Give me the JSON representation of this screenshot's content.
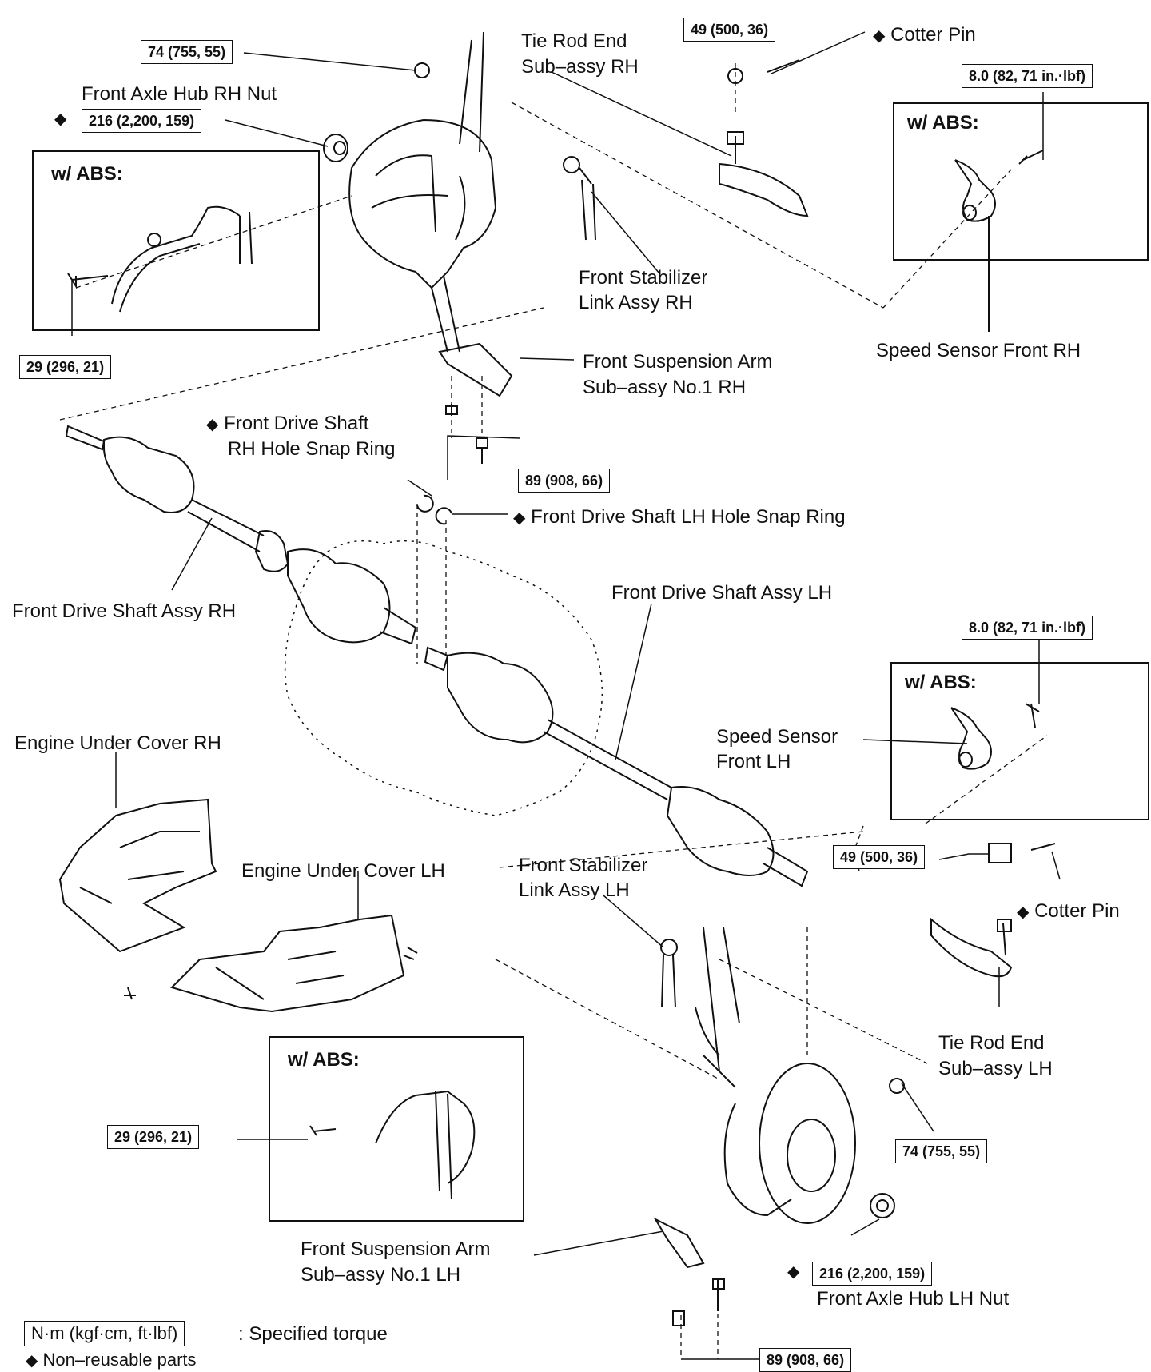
{
  "parts": {
    "front_axle_hub_rh_nut": "Front Axle Hub RH Nut",
    "tie_rod_end_rh_l1": "Tie Rod End",
    "tie_rod_end_rh_l2": "Sub–assy RH",
    "cotter_pin_rh": "Cotter Pin",
    "stabilizer_link_rh_l1": "Front Stabilizer",
    "stabilizer_link_rh_l2": "Link Assy RH",
    "speed_sensor_rh": "Speed Sensor Front RH",
    "suspension_arm_rh_l1": "Front Suspension Arm",
    "suspension_arm_rh_l2": "Sub–assy No.1 RH",
    "snap_ring_rh_l1": "Front Drive Shaft",
    "snap_ring_rh_l2": "RH Hole Snap Ring",
    "snap_ring_lh": "Front Drive Shaft LH Hole Snap Ring",
    "drive_shaft_rh": "Front Drive Shaft Assy RH",
    "drive_shaft_lh": "Front Drive Shaft Assy LH",
    "speed_sensor_lh_l1": "Speed Sensor",
    "speed_sensor_lh_l2": "Front LH",
    "engine_cover_rh": "Engine Under Cover RH",
    "engine_cover_lh": "Engine Under Cover LH",
    "stabilizer_link_lh_l1": "Front Stabilizer",
    "stabilizer_link_lh_l2": "Link Assy LH",
    "cotter_pin_lh": "Cotter Pin",
    "tie_rod_end_lh_l1": "Tie Rod End",
    "tie_rod_end_lh_l2": "Sub–assy LH",
    "suspension_arm_lh_l1": "Front Suspension Arm",
    "suspension_arm_lh_l2": "Sub–assy No.1 LH",
    "front_axle_hub_lh_nut": "Front Axle Hub LH Nut"
  },
  "torques": {
    "t_74_rh": "74 (755, 55)",
    "t_49_rh": "49 (500, 36)",
    "t_8_rh": "8.0 (82, 71 in.·lbf)",
    "t_216_rh": "216 (2,200, 159)",
    "t_29_rh": "29 (296, 21)",
    "t_89_rh": "89 (908, 66)",
    "t_8_lh": "8.0 (82, 71 in.·lbf)",
    "t_49_lh": "49 (500, 36)",
    "t_29_lh": "29 (296, 21)",
    "t_74_lh": "74 (755, 55)",
    "t_216_lh": "216 (2,200, 159)",
    "t_89_lh": "89 (908, 66)"
  },
  "abs_title": "w/ ABS:",
  "legend": {
    "unit_box": "N·m (kgf·cm, ft·lbf)",
    "unit_text": ": Specified torque",
    "nonreusable": "Non–reusable parts"
  },
  "marks": {
    "non_reusable_symbol": "◆"
  }
}
